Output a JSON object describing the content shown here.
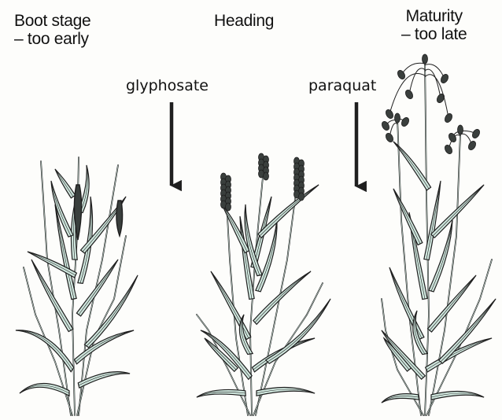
{
  "stages": {
    "boot": {
      "line1": "Boot stage",
      "line2": "– too early"
    },
    "heading": {
      "line1": "Heading"
    },
    "maturity": {
      "line1": "Maturity",
      "line2": "– too late"
    }
  },
  "herbicides": {
    "glyphosate": "glyphosate",
    "paraquat": "paraquat"
  },
  "colors": {
    "ink": "#1f1f1f",
    "leaf": "#cfe6dd",
    "seedhead": "#3a3f3d",
    "background": "#fdfdfb"
  }
}
